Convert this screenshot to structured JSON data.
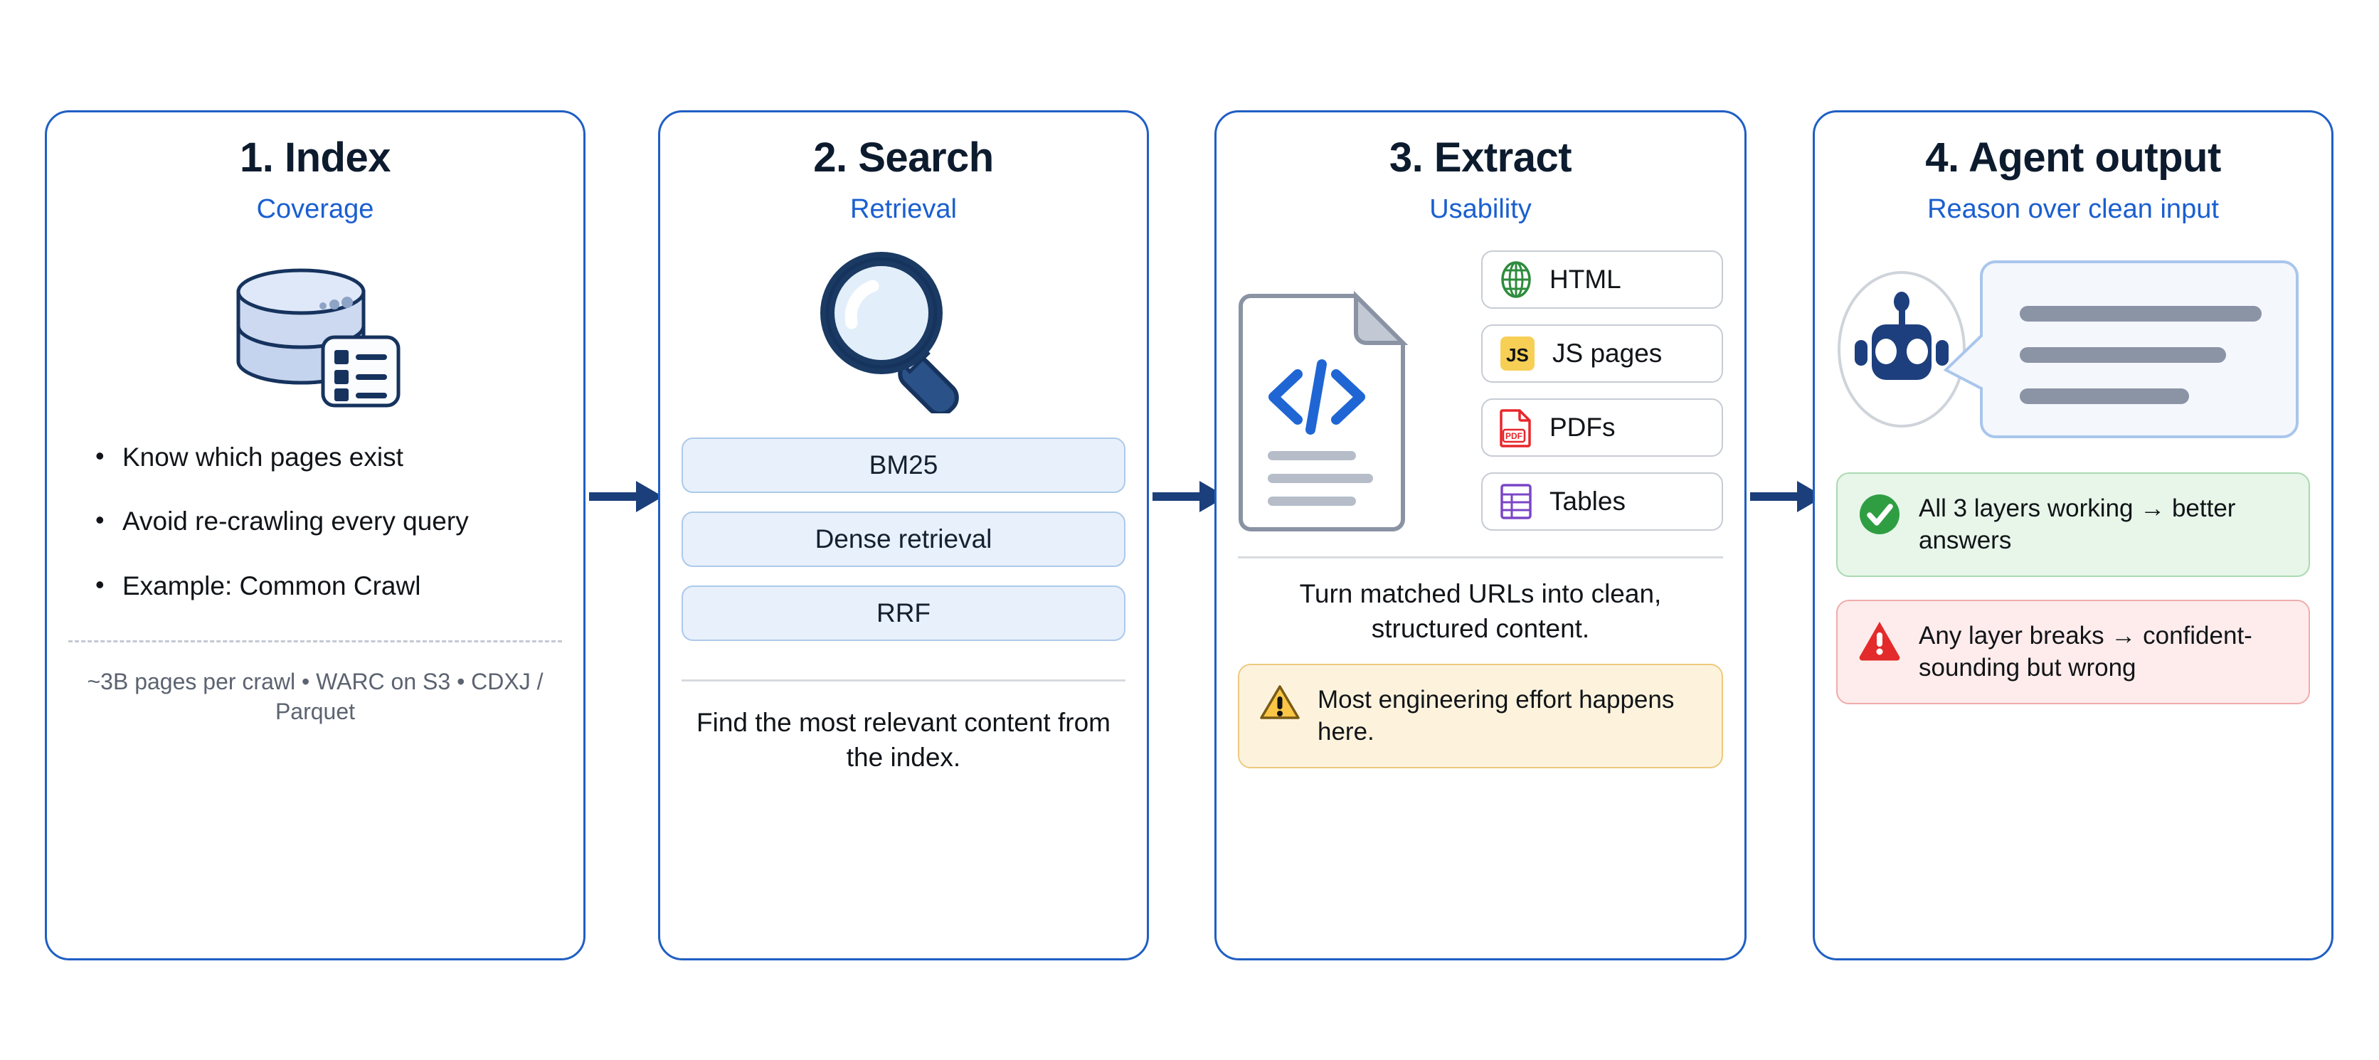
{
  "diagram": {
    "title_hidden": "",
    "panels": [
      {
        "id": "index",
        "title": "1. Index",
        "subtitle": "Coverage",
        "icon": "database-list-icon",
        "bullets": [
          "Know which pages exist",
          "Avoid re-crawling every query",
          "Example: Common Crawl"
        ],
        "footnote": "~3B pages per crawl • WARC on S3 • CDXJ / Parquet"
      },
      {
        "id": "search",
        "title": "2. Search",
        "subtitle": "Retrieval",
        "icon": "magnifier-icon",
        "chips": [
          "BM25",
          "Dense retrieval",
          "RRF"
        ],
        "description": "Find the most relevant content from the index."
      },
      {
        "id": "extract",
        "title": "3. Extract",
        "subtitle": "Usability",
        "icon": "code-document-icon",
        "formats": [
          {
            "label": "HTML",
            "icon": "globe-icon",
            "color": "#2e8b3d"
          },
          {
            "label": "JS pages",
            "icon": "js-badge-icon",
            "color": "#f7cf55"
          },
          {
            "label": "PDFs",
            "icon": "pdf-file-icon",
            "color": "#e8262a"
          },
          {
            "label": "Tables",
            "icon": "table-grid-icon",
            "color": "#7b46c8"
          }
        ],
        "description": "Turn matched URLs into clean, structured content.",
        "callout": {
          "icon": "warning-triangle-icon",
          "text": "Most engineering effort happens here."
        }
      },
      {
        "id": "agent-output",
        "title": "4. Agent output",
        "subtitle": "Reason over clean input",
        "icon": "robot-speech-bubble-icon",
        "callouts": [
          {
            "kind": "success",
            "icon": "check-circle-icon",
            "text": "All 3 layers working → better answers"
          },
          {
            "kind": "error",
            "icon": "alert-triangle-icon",
            "text": "Any layer breaks → confident-sounding but wrong"
          }
        ]
      }
    ],
    "arrows": [
      "arrow-right-icon",
      "arrow-right-icon",
      "arrow-right-icon"
    ],
    "colors": {
      "panel_border": "#1f5fc4",
      "subtitle": "#1a5fd0",
      "title": "#0d1b2e",
      "chip_bg": "#e7f0fb",
      "chip_border": "#adc9ea",
      "warn_bg": "#fdf3dd",
      "ok_bg": "#e7f6e9",
      "bad_bg": "#fdeceb",
      "arrow": "#1b3f7a"
    }
  }
}
